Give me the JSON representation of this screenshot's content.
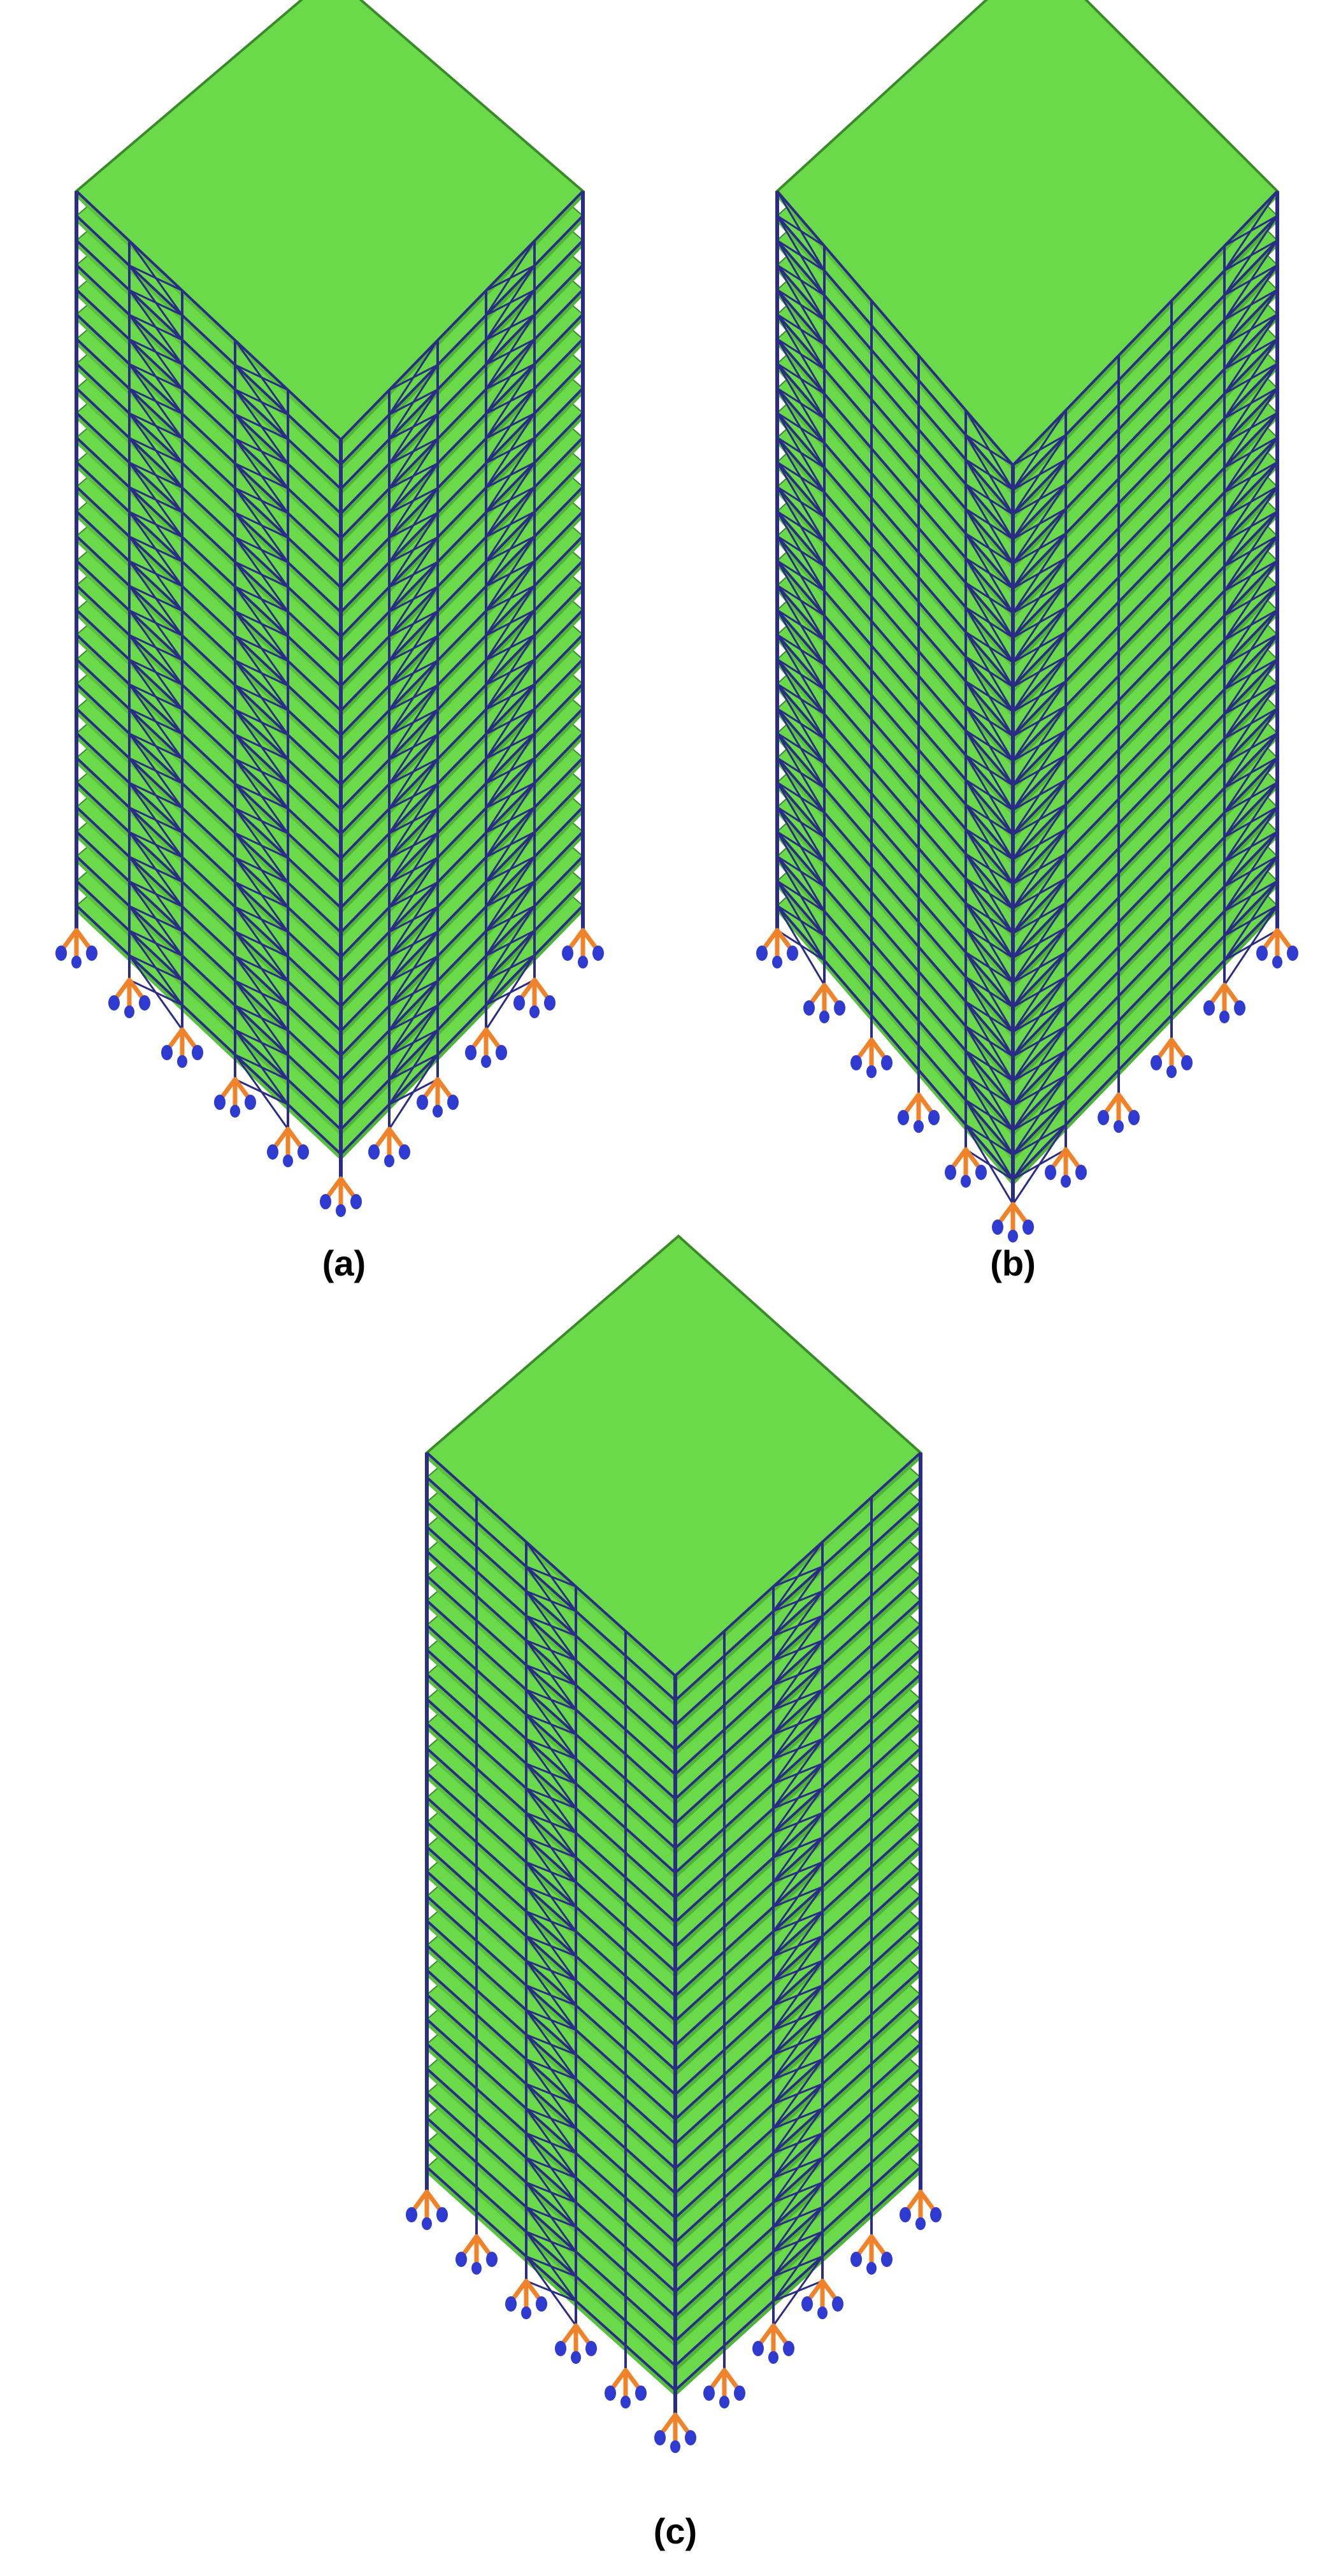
{
  "figure": {
    "panels": [
      {
        "id": "a",
        "caption": "(a)",
        "bracing": "corner-bays"
      },
      {
        "id": "b",
        "caption": "(b)",
        "bracing": "corner-edges"
      },
      {
        "id": "c",
        "caption": "(c)",
        "bracing": "center-bays"
      }
    ],
    "colors": {
      "slab": "#6ad94a",
      "slab_edge": "#3a8a2a",
      "frame": "#2b2c86",
      "support_orange": "#f0822a",
      "support_blue": "#2f3bd0",
      "background": "#ffffff"
    },
    "icons": [
      "fixed-support-icon"
    ]
  }
}
